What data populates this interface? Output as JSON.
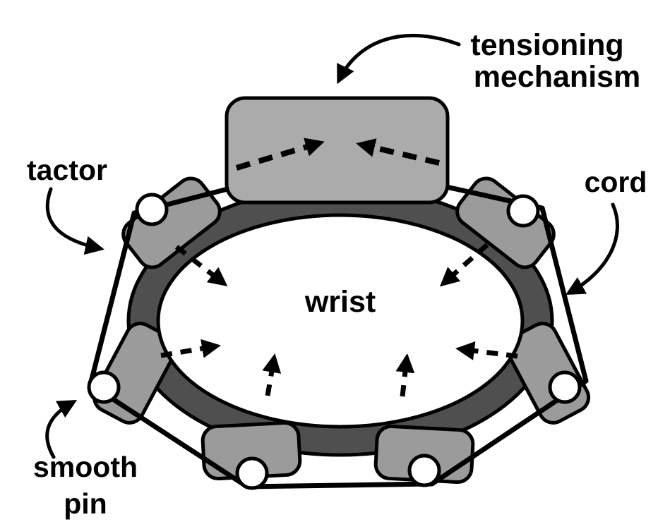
{
  "figure": {
    "kind": "schematic-diagram",
    "subject": "wrist squeeze haptic device cross-section"
  },
  "labels": {
    "tensioning_mechanism": [
      "tensioning",
      "mechanism"
    ],
    "tactor": "tactor",
    "cord": "cord",
    "wrist": "wrist",
    "smooth_pin": [
      "smooth",
      "pin"
    ]
  },
  "colors": {
    "background": "#ffffff",
    "line": "#000000",
    "band": "#4f4f4f",
    "tactor": "#9b9b9b",
    "mechanism": "#ababab",
    "pin": "#ffffff",
    "wrist_fill": "#ffffff"
  },
  "counts": {
    "tactors": 6,
    "smooth_pins": 6,
    "inward_squeeze_arrows": 6,
    "tensioning_arrows": 2
  }
}
